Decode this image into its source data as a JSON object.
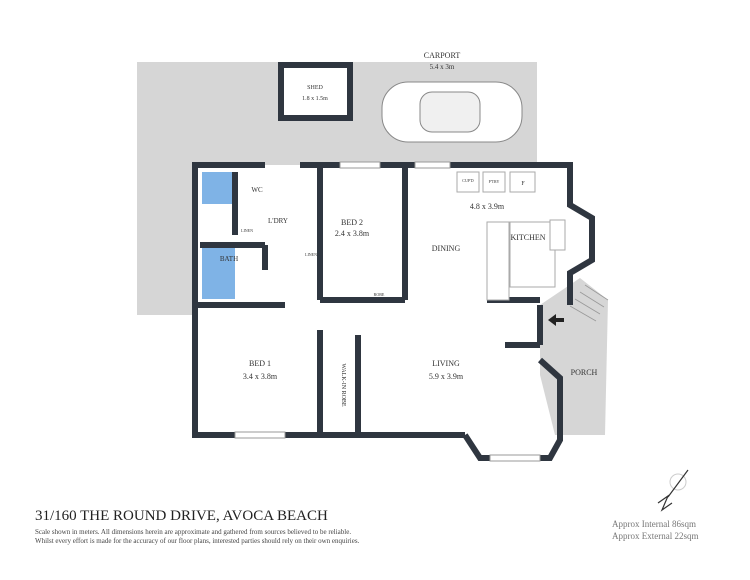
{
  "colors": {
    "wall": "#2f3640",
    "outdoor": "#d6d6d6",
    "wet_area": "#7fb3e6"
  },
  "rooms": {
    "carport": {
      "name": "CARPORT",
      "size": "5.4 x 3m"
    },
    "shed": {
      "name": "SHED",
      "size": "1.8 x 1.5m"
    },
    "wc": {
      "name": "WC"
    },
    "laundry": {
      "name": "L'DRY"
    },
    "linen1": {
      "name": "LINEN"
    },
    "linen2": {
      "name": "LINEN"
    },
    "bath": {
      "name": "BATH"
    },
    "bed2": {
      "name": "BED 2",
      "size": "2.4 x 3.8m"
    },
    "robe": {
      "name": "ROBE"
    },
    "dining": {
      "name": "DINING"
    },
    "kitchen": {
      "name": "KITCHEN",
      "size": "4.8 x 3.9m"
    },
    "cupd": {
      "name": "CUP'D"
    },
    "pantry": {
      "name": "P'TRY"
    },
    "fridge": {
      "name": "F"
    },
    "bed1": {
      "name": "BED 1",
      "size": "3.4 x 3.8m"
    },
    "walkin": {
      "name": "WALK-IN ROBE"
    },
    "living": {
      "name": "LIVING",
      "size": "5.9 x 3.9m"
    },
    "porch": {
      "name": "PORCH"
    }
  },
  "footer": {
    "address": "31/160 THE ROUND DRIVE, AVOCA BEACH",
    "disclaimer_1": "Scale shown in meters. All dimensions herein are approximate and gathered from sources believed to be  reliable.",
    "disclaimer_2": "Whilst every effort is made for the accuracy of our floor plans, interested parties should rely on their own enquiries.",
    "internal": "Approx Internal 86sqm",
    "external": "Approx External 22sqm"
  },
  "icons": [
    "compass-north-icon",
    "car-icon",
    "entry-arrow-icon"
  ]
}
